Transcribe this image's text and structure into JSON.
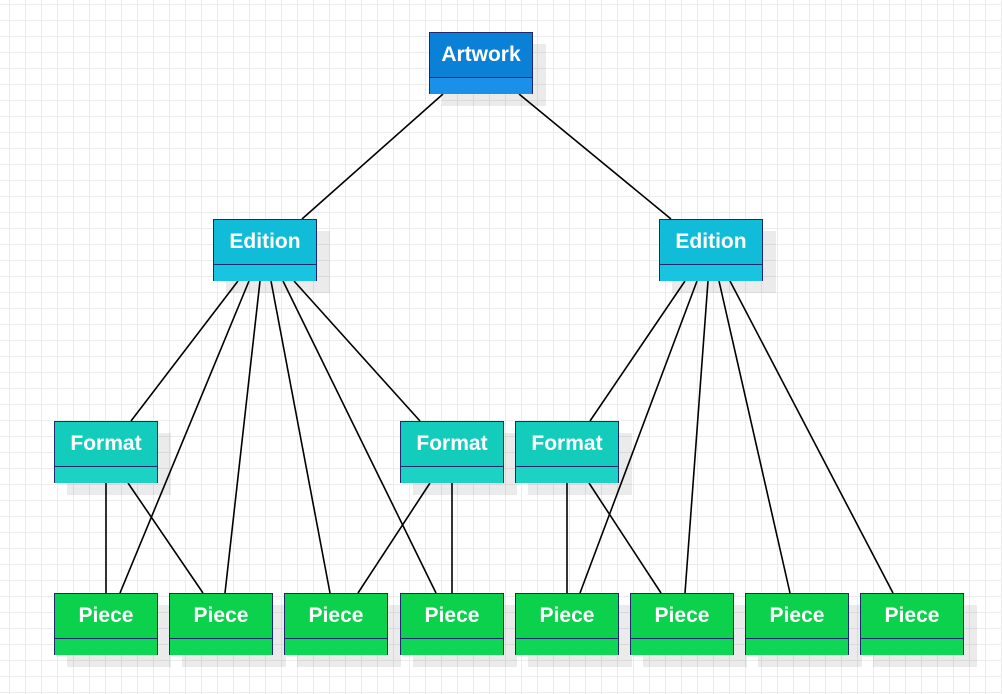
{
  "diagram": {
    "nodes": [
      {
        "id": "artwork",
        "label": "Artwork",
        "kind": "artwork"
      },
      {
        "id": "edition-1",
        "label": "Edition",
        "kind": "edition"
      },
      {
        "id": "edition-2",
        "label": "Edition",
        "kind": "edition"
      },
      {
        "id": "format-1",
        "label": "Format",
        "kind": "format"
      },
      {
        "id": "format-2",
        "label": "Format",
        "kind": "format"
      },
      {
        "id": "format-3",
        "label": "Format",
        "kind": "format"
      },
      {
        "id": "piece-1",
        "label": "Piece",
        "kind": "piece"
      },
      {
        "id": "piece-2",
        "label": "Piece",
        "kind": "piece"
      },
      {
        "id": "piece-3",
        "label": "Piece",
        "kind": "piece"
      },
      {
        "id": "piece-4",
        "label": "Piece",
        "kind": "piece"
      },
      {
        "id": "piece-5",
        "label": "Piece",
        "kind": "piece"
      },
      {
        "id": "piece-6",
        "label": "Piece",
        "kind": "piece"
      },
      {
        "id": "piece-7",
        "label": "Piece",
        "kind": "piece"
      },
      {
        "id": "piece-8",
        "label": "Piece",
        "kind": "piece"
      }
    ],
    "edges": [
      {
        "from": "artwork",
        "to": "edition-1"
      },
      {
        "from": "artwork",
        "to": "edition-2"
      },
      {
        "from": "edition-1",
        "to": "format-1"
      },
      {
        "from": "edition-1",
        "to": "piece-1"
      },
      {
        "from": "edition-1",
        "to": "piece-2"
      },
      {
        "from": "edition-1",
        "to": "piece-3"
      },
      {
        "from": "edition-1",
        "to": "piece-4"
      },
      {
        "from": "edition-1",
        "to": "format-2"
      },
      {
        "from": "edition-2",
        "to": "format-3"
      },
      {
        "from": "edition-2",
        "to": "piece-5"
      },
      {
        "from": "edition-2",
        "to": "piece-6"
      },
      {
        "from": "edition-2",
        "to": "piece-7"
      },
      {
        "from": "edition-2",
        "to": "piece-8"
      },
      {
        "from": "format-1",
        "to": "piece-1"
      },
      {
        "from": "format-1",
        "to": "piece-2"
      },
      {
        "from": "format-2",
        "to": "piece-3"
      },
      {
        "from": "format-2",
        "to": "piece-4"
      },
      {
        "from": "format-3",
        "to": "piece-5"
      },
      {
        "from": "format-3",
        "to": "piece-6"
      }
    ],
    "colors": {
      "artwork": "#0a80d6",
      "edition": "#10bcd8",
      "format": "#14ccbc",
      "piece": "#0bd14d",
      "border": "#1f2a6e",
      "edge": "#000000"
    }
  }
}
